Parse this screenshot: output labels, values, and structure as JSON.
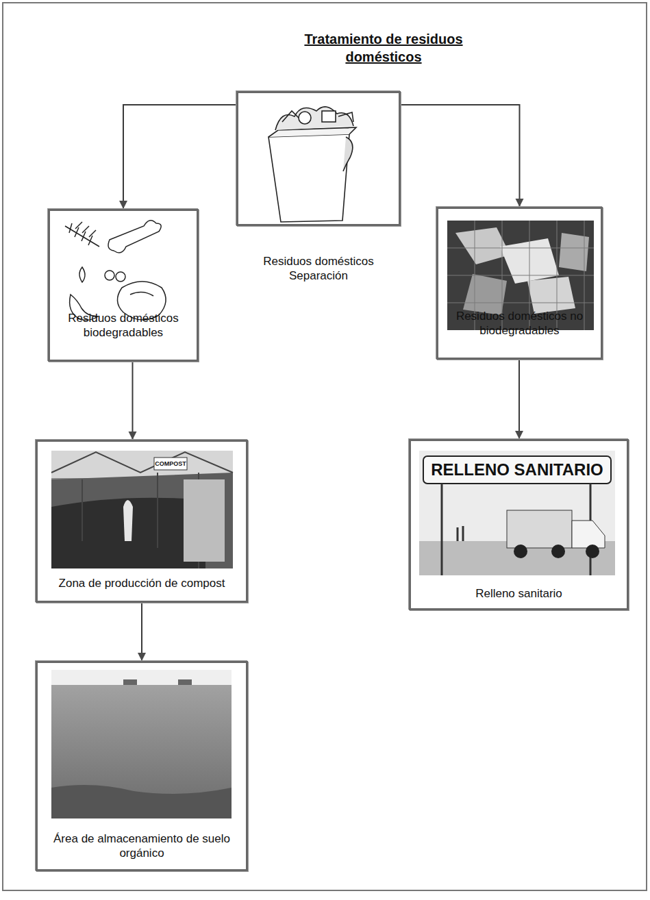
{
  "diagram": {
    "title": "Tratamiento de residuos domésticos",
    "nodes": [
      {
        "text": [
          "Residuos domésticos Separación"
        ]
      },
      {
        "text": [
          "Residuos domésticos biodegradables"
        ]
      },
      {
        "text": [
          "Residuos domésticos no biodegradables"
        ]
      },
      {
        "text": [
          "Zona de producción de compost"
        ]
      },
      {
        "text": [
          "Relleno sanitario"
        ]
      },
      {
        "text": [
          "Área de almacenamiento de suelo orgánico"
        ]
      }
    ],
    "edges": [
      {
        "from": 0,
        "to": 1,
        "arrow": "to"
      },
      {
        "from": 0,
        "to": 2,
        "arrow": "to"
      },
      {
        "from": 1,
        "to": 3,
        "arrow": "to"
      },
      {
        "from": 2,
        "to": 4,
        "arrow": "to"
      },
      {
        "from": 3,
        "to": 5,
        "arrow": "to"
      }
    ],
    "labels": [
      "COMPOST",
      "RELLENO SANITARIO"
    ]
  }
}
